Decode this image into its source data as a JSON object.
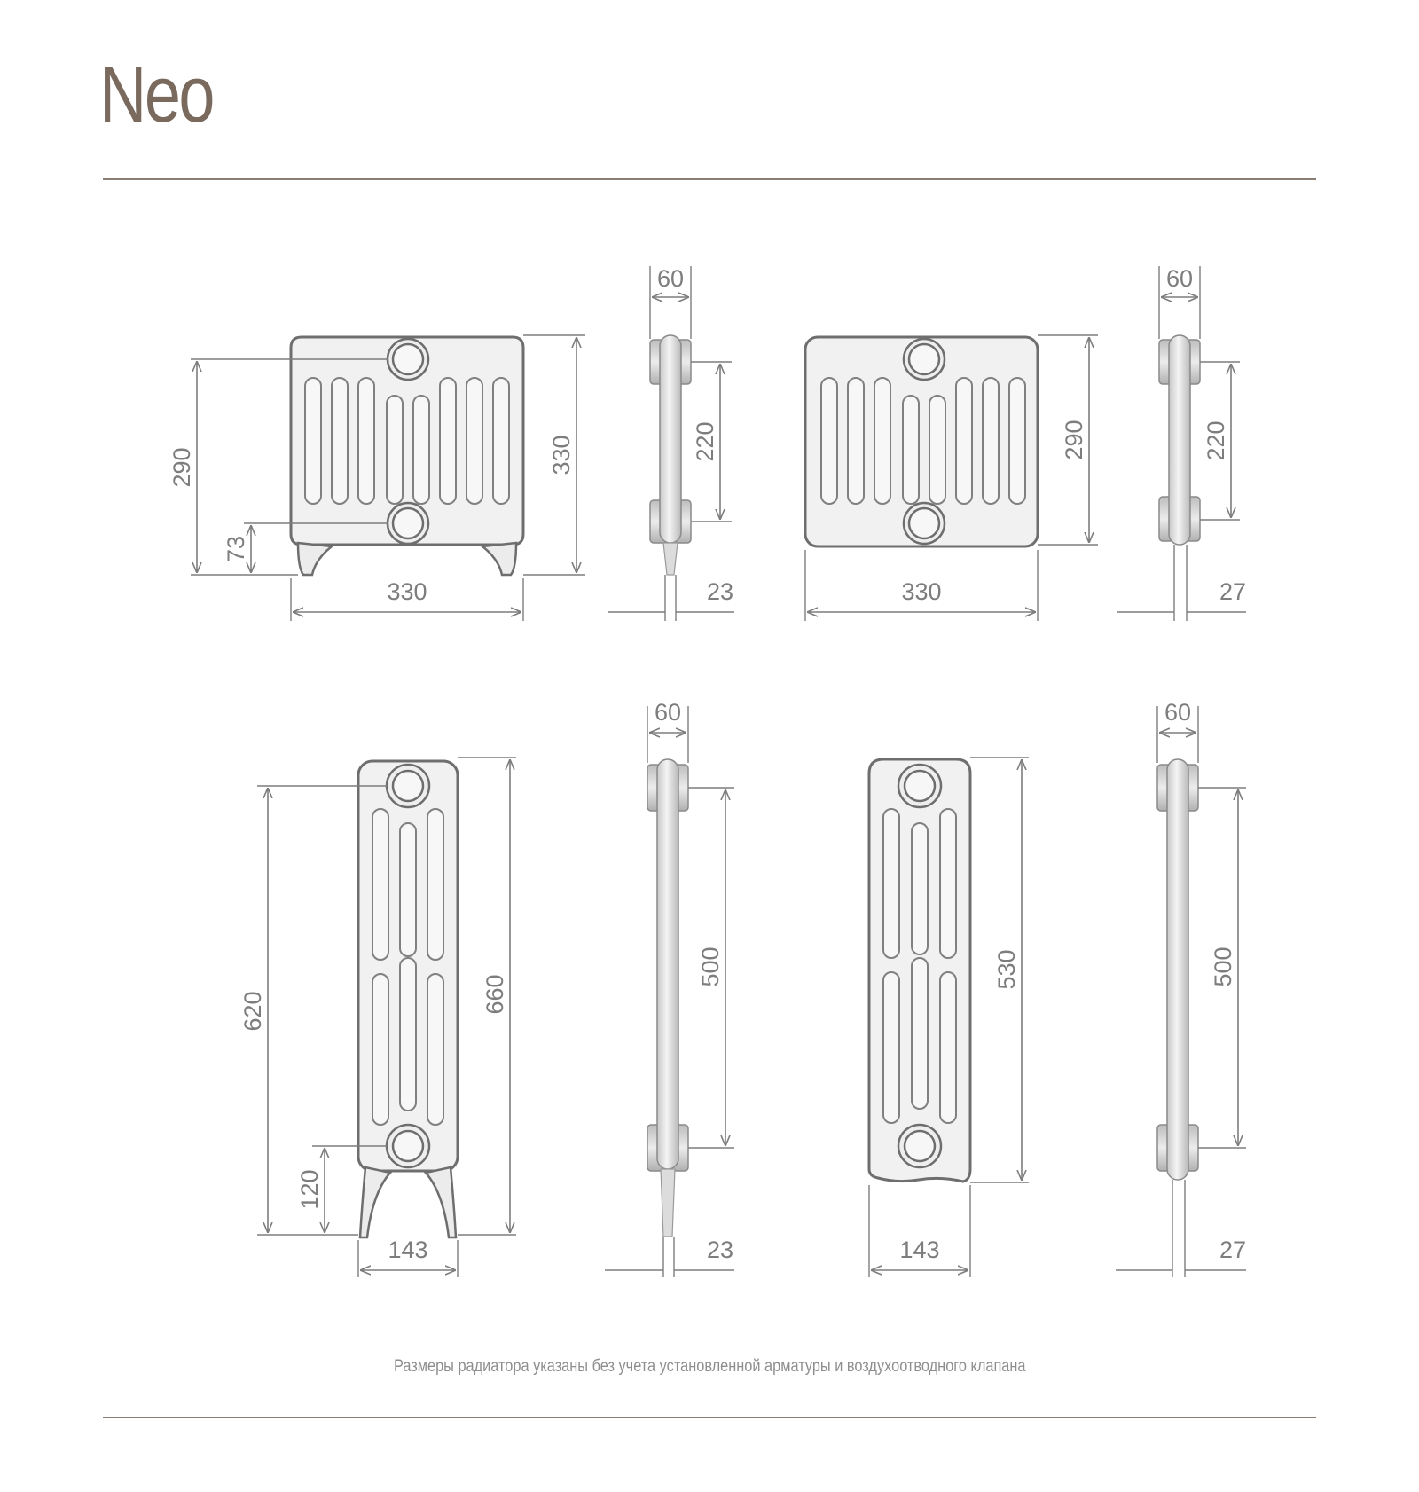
{
  "title": "Neo",
  "footnote": "Размеры радиатора указаны без учета установленной арматуры и воздухоотводного клапана",
  "colors": {
    "title": "#7a6a5e",
    "rule": "#8a7e74",
    "dimension": "#7d7d7d",
    "radiator_fill": "#f0f0f0",
    "radiator_outline": "#6e6e6e"
  },
  "views": {
    "top_left_front": {
      "height": "330",
      "axis": "290",
      "width": "330",
      "bottom": "73"
    },
    "top_left_side": {
      "depth": "60",
      "axis": "220",
      "leg": "23"
    },
    "top_right_front": {
      "axis": "290",
      "width": "330"
    },
    "top_right_side": {
      "depth": "60",
      "axis": "220",
      "base": "27"
    },
    "bottom_left_front": {
      "axis": "620",
      "height": "660",
      "bottom": "120",
      "width": "143"
    },
    "bottom_left_side": {
      "depth": "60",
      "axis": "500",
      "leg": "23"
    },
    "bottom_right_front": {
      "height": "530",
      "width": "143"
    },
    "bottom_right_side": {
      "depth": "60",
      "axis": "500",
      "base": "27"
    }
  }
}
